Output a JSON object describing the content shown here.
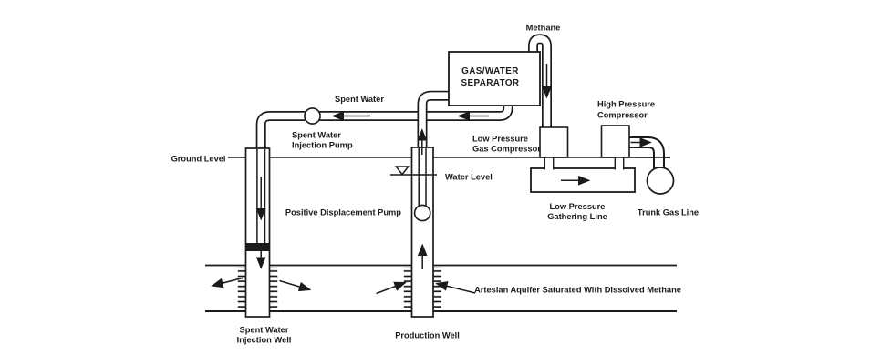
{
  "colors": {
    "ink": "#1b1b1b",
    "background": "#ffffff"
  },
  "labels": {
    "methane": "Methane",
    "separator": [
      "GAS/WATER",
      "SEPARATOR"
    ],
    "spent_water": "Spent Water",
    "spent_water_injection_pump": [
      "Spent Water",
      "Injection Pump"
    ],
    "ground_level": "Ground Level",
    "low_pressure_gas_compressor": [
      "Low Pressure",
      "Gas Compressor"
    ],
    "high_pressure_compressor": [
      "High Pressure",
      "Compressor"
    ],
    "water_level": "Water Level",
    "positive_displacement_pump": "Positive Displacement Pump",
    "low_pressure_gathering_line": [
      "Low Pressure",
      "Gathering Line"
    ],
    "trunk_gas_line": "Trunk Gas Line",
    "artesian_aquifer": "Artesian Aquifer Saturated With Dissolved Methane",
    "spent_water_injection_well": [
      "Spent Water",
      "Injection Well"
    ],
    "production_well": "Production Well"
  }
}
